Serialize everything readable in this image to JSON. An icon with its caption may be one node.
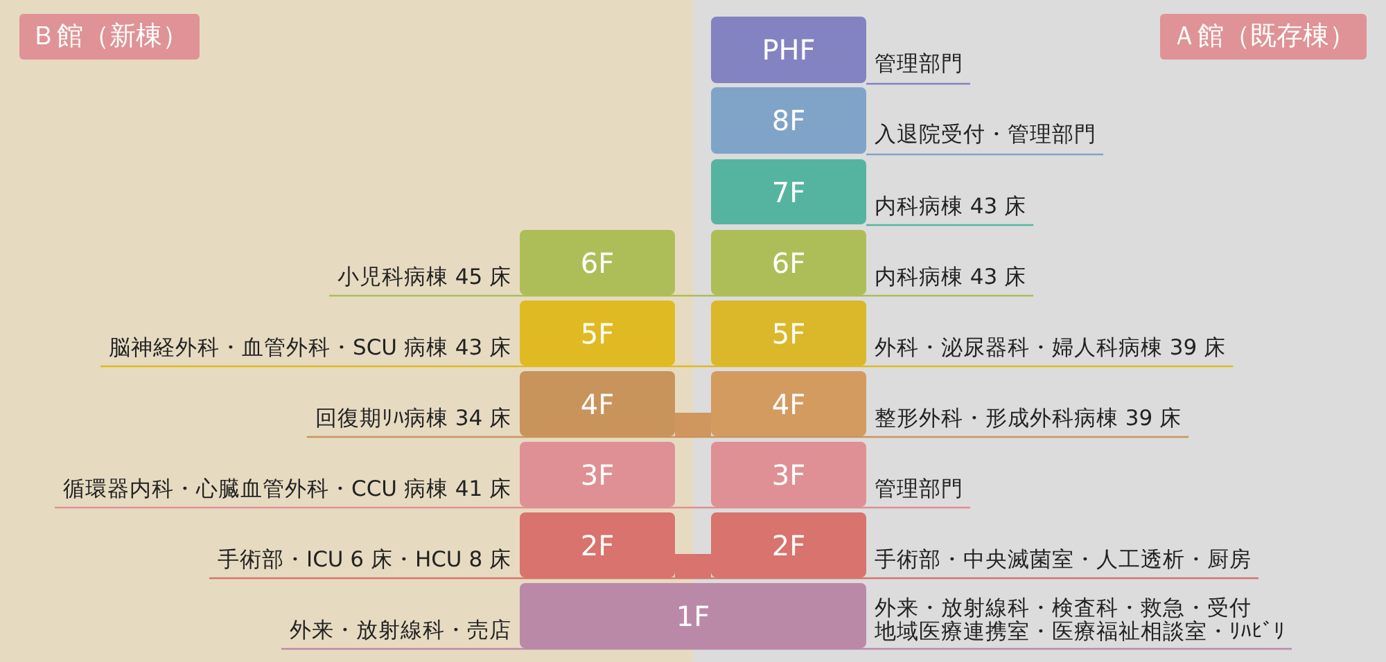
{
  "diagram": {
    "nodes": [
      {
        "text": [
          "Ｂ館（新棟）"
        ]
      },
      {
        "text": [
          "Ａ館（既存棟）"
        ]
      },
      {
        "text": [
          "PHF"
        ],
        "in": 1,
        "beside": [
          "管理部門"
        ]
      },
      {
        "text": [
          "8F"
        ],
        "in": 1,
        "beside": [
          "入退院受付・管理部門"
        ]
      },
      {
        "text": [
          "7F"
        ],
        "in": 1,
        "beside": [
          "内科病棟 43 床"
        ]
      },
      {
        "text": [
          "6F"
        ],
        "in": 0,
        "beside": [
          "小児科病棟 45 床"
        ]
      },
      {
        "text": [
          "6F"
        ],
        "in": 1,
        "beside": [
          "内科病棟 43 床"
        ]
      },
      {
        "text": [
          "5F"
        ],
        "in": 0,
        "beside": [
          "脳神経外科・血管外科・SCU 病棟 43 床"
        ]
      },
      {
        "text": [
          "5F"
        ],
        "in": 1,
        "beside": [
          "外科・泌尿器科・婦人科病棟 39 床"
        ]
      },
      {
        "text": [
          "4F"
        ],
        "in": 0,
        "beside": [
          "回復期ﾘﾊ病棟 34 床"
        ]
      },
      {
        "text": [
          "4F"
        ],
        "in": 1,
        "beside": [
          "整形外科・形成外科病棟 39 床"
        ]
      },
      {
        "text": [
          "3F"
        ],
        "in": 0,
        "beside": [
          "循環器内科・心臓血管外科・CCU 病棟 41 床"
        ]
      },
      {
        "text": [
          "3F"
        ],
        "in": 1,
        "beside": [
          "管理部門"
        ]
      },
      {
        "text": [
          "2F"
        ],
        "in": 0,
        "beside": [
          "手術部・ICU 6 床・HCU 8 床"
        ]
      },
      {
        "text": [
          "2F"
        ],
        "in": 1,
        "beside": [
          "手術部・中央滅菌室・人工透析・厨房"
        ]
      },
      {
        "text": [
          "1F"
        ],
        "beside": [
          "外来・放射線科・売店",
          "外来・放射線科・検査科・救急・受付",
          "地域医療連携室・医療福祉相談室・ﾘﾊﾋﾞﾘ"
        ]
      }
    ],
    "edges": [
      {
        "from": 9,
        "to": 10,
        "arrow": "none",
        "color": "#cf975e"
      },
      {
        "from": 13,
        "to": 14,
        "arrow": "none",
        "color": "#d8736d"
      }
    ]
  }
}
